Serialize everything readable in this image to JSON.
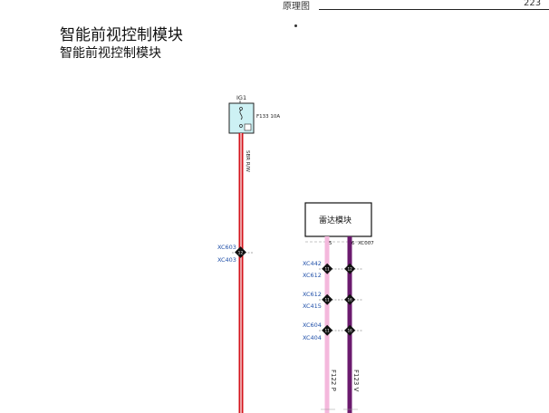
{
  "header": {
    "section_label": "原理图",
    "page_number": "223"
  },
  "title": {
    "main": "智能前视控制模块",
    "sub": "智能前视控制模块"
  },
  "diagram": {
    "power_source": "IG1",
    "fuse_label": "F133 10A",
    "wire_label": "SBR R/W",
    "module_label": "雷达模块",
    "module_pin_left": "5",
    "module_pin_right": "6",
    "module_connector": "XC007",
    "left_connectors": [
      "XC603",
      "XC403"
    ],
    "left_splice": "12",
    "pairs": [
      {
        "top": "XC442",
        "bottom": "XC612",
        "left_pin": "11",
        "right_pin": "12"
      },
      {
        "top": "XC612",
        "bottom": "XC415",
        "left_pin": "11",
        "right_pin": "16"
      },
      {
        "top": "XC604",
        "bottom": "XC404",
        "left_pin": "11",
        "right_pin": "16"
      }
    ],
    "wire_left_label": "F122 P",
    "wire_right_label": "F123 V",
    "colors": {
      "red_wire": "#d4141c",
      "pink_wire": "#f4b8dc",
      "purple_wire": "#6b1a6e",
      "fuse_fill": "#cdf1f4",
      "connector_blue": "#1f4fa8"
    }
  }
}
